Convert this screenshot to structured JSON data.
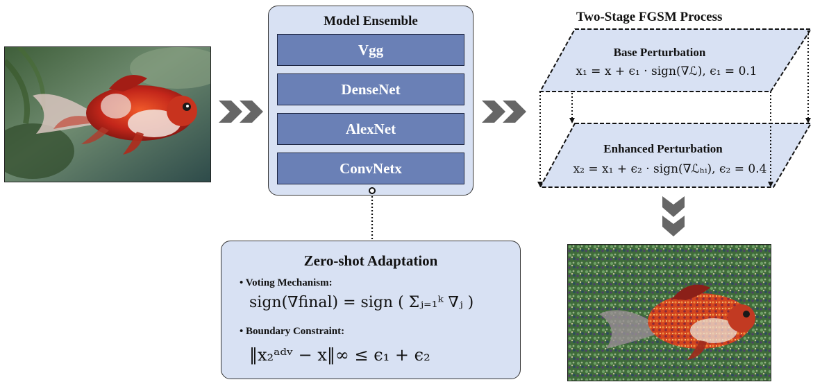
{
  "ensemble": {
    "title": "Model Ensemble",
    "models": [
      "Vgg",
      "DenseNet",
      "AlexNet",
      "ConvNetx"
    ]
  },
  "fgsm": {
    "title": "Two-Stage FGSM Process",
    "stage1_label": "Base Perturbation",
    "stage1_formula": "x₁ = x + ϵ₁ · sign(∇ℒ),    ϵ₁ = 0.1",
    "stage2_label": "Enhanced Perturbation",
    "stage2_formula": "x₂ = x₁ + ϵ₂ · sign(∇ℒₕᵢ),    ϵ₂ = 0.4"
  },
  "zeroshot": {
    "title": "Zero-shot Adaptation",
    "bullet1": "• Voting Mechanism:",
    "formula1": "sign(∇final) = sign ( Σⱼ₌₁ᵏ ∇ⱼ )",
    "bullet2": "• Boundary Constraint:",
    "formula2": "‖x₂ᵃᵈᵛ − x‖∞ ≤ ϵ₁ + ϵ₂"
  },
  "colors": {
    "panel_fill": "#d8e1f3",
    "model_fill": "#6a80b6",
    "parallelogram_fill": "#d8e1f3",
    "arrow": "#666666"
  }
}
